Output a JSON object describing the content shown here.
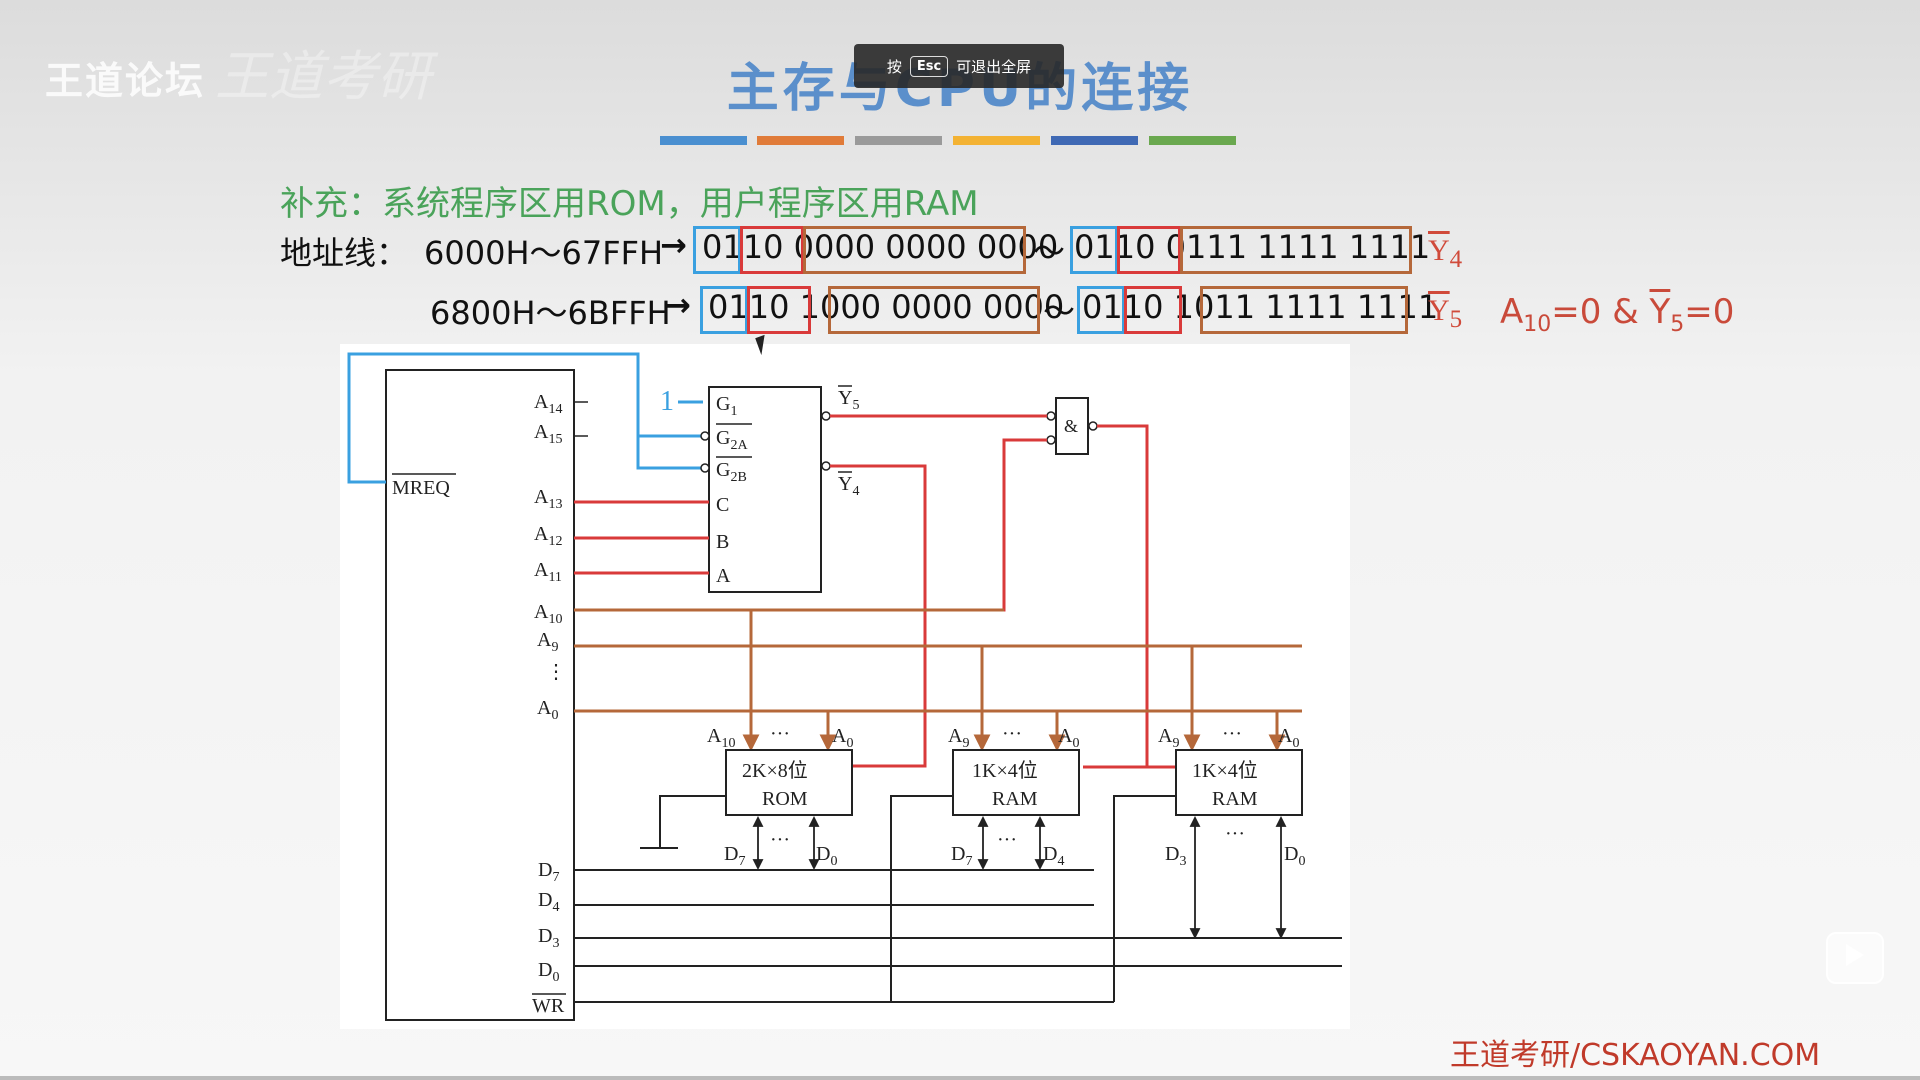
{
  "watermark": {
    "brand": "王道论坛",
    "logo": "王道考研"
  },
  "esc_toast": {
    "pre": "按",
    "key": "Esc",
    "post": "可退出全屏"
  },
  "slide": {
    "title": "主存与CPU的连接",
    "stripe_colors": [
      "#4a8fd0",
      "#e07b39",
      "#9a9a9a",
      "#f3b233",
      "#3f69b4",
      "#6aa84f"
    ],
    "supplement": "补充：系统程序区用ROM，用户程序区用RAM",
    "addr_label": "地址线：",
    "row1": {
      "range": "6000H～67FFH",
      "arrow": "→",
      "start": [
        "01",
        "10 0",
        "000 0000 0000"
      ],
      "start_raw": "0110 0000 0000 0000",
      "tilde": "～",
      "end": [
        "01",
        "10 0",
        "111 1111 1111"
      ],
      "end_raw": "0110 0111 1111 1111",
      "y": "Y4"
    },
    "row2": {
      "range": "6800H～6BFFH",
      "arrow": "→",
      "start": [
        "01",
        "10 1",
        "000 0000 0000"
      ],
      "start_raw": "0110 1000 0000 0000",
      "tilde": "～",
      "end": [
        "01",
        "10 1",
        "011 1111 1111"
      ],
      "end_raw": "0110 1011 1111 1111",
      "y": "Y5"
    },
    "condition": "A10=0 & Y5=0",
    "footer": "王道考研/CSKAOYAN.COM"
  },
  "diagram": {
    "cpu_pins": [
      "A14",
      "A15",
      "MREQ",
      "A13",
      "A12",
      "A11",
      "A10",
      "A9",
      "⋮",
      "A0",
      "D7",
      "D4",
      "D3",
      "D0",
      "WR"
    ],
    "decoder_inputs": [
      "G1",
      "G2A",
      "G2B",
      "C",
      "B",
      "A"
    ],
    "decoder_input_value": "1",
    "decoder_outputs": [
      "Y5",
      "Y4"
    ],
    "and_gate": "&",
    "chips": [
      {
        "line1": "2K×8位",
        "line2": "ROM",
        "addr_hi": "A10",
        "addr_lo": "A0",
        "data_hi": "D7",
        "data_lo": "D0"
      },
      {
        "line1": "1K×4位",
        "line2": "RAM",
        "addr_hi": "A9",
        "addr_lo": "A0",
        "data_hi": "D7",
        "data_lo": "D4"
      },
      {
        "line1": "1K×4位",
        "line2": "RAM",
        "addr_hi": "A9",
        "addr_lo": "A0",
        "data_hi": "D3",
        "data_lo": "D0"
      }
    ],
    "dots": "···"
  },
  "colors": {
    "red": "#d93a3a",
    "brown": "#b5683a",
    "blue": "#3aa0e0",
    "black": "#222222"
  },
  "controls": {
    "play": "play-icon"
  }
}
